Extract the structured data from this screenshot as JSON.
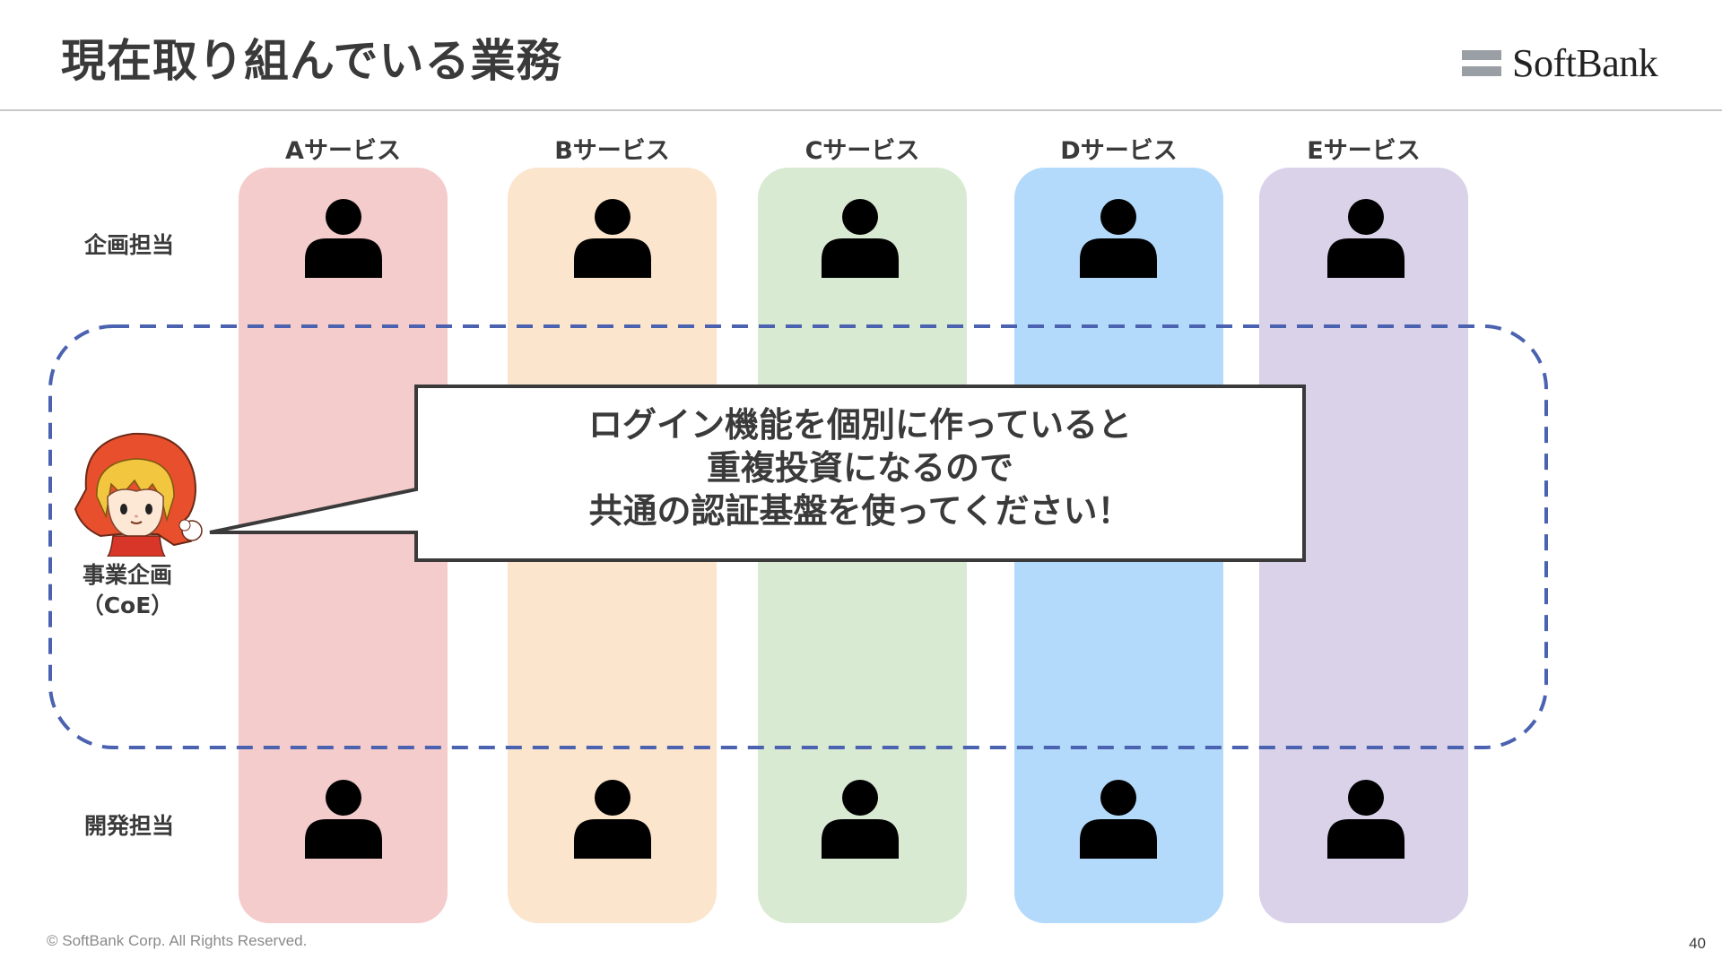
{
  "header": {
    "title": "現在取り組んでいる業務",
    "logo_text": "SoftBank"
  },
  "columns": [
    {
      "label": "Aサービス",
      "color": "#f4cccc"
    },
    {
      "label": "Bサービス",
      "color": "#fce5cd"
    },
    {
      "label": "Cサービス",
      "color": "#d9ead3"
    },
    {
      "label": "Dサービス",
      "color": "#b3dafa"
    },
    {
      "label": "Eサービス",
      "color": "#d9d2e9"
    }
  ],
  "rows": {
    "planning": "企画担当",
    "development": "開発担当"
  },
  "coe": {
    "line1": "事業企画",
    "line2": "（CoE）"
  },
  "callout": {
    "line1": "ログイン機能を個別に作っていると",
    "line2": "重複投資になるので",
    "line3": "共通の認証基盤を使ってください！"
  },
  "colors": {
    "dashed_border": "#4a62b0",
    "person_icon": "#000000"
  },
  "footer": {
    "copyright": "© SoftBank Corp. All Rights Reserved.",
    "page_number": "40"
  }
}
